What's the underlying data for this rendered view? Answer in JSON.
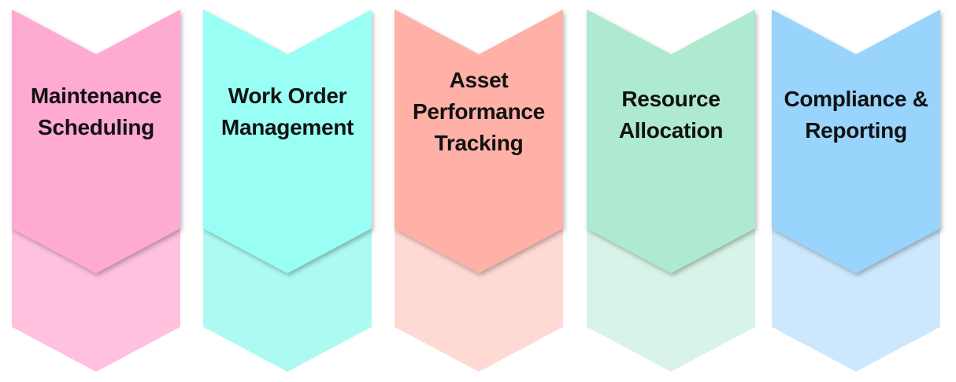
{
  "steps": [
    {
      "lines": [
        "Maintenance",
        "Scheduling"
      ],
      "color": "#ffaad1",
      "color_light": "#ffc1de"
    },
    {
      "lines": [
        "Work Order",
        "Management"
      ],
      "color": "#99fff4",
      "color_light": "#adfaf2"
    },
    {
      "lines": [
        "Asset",
        "Performance",
        "Tracking"
      ],
      "color": "#ffb1a8",
      "color_light": "#ffd9d4"
    },
    {
      "lines": [
        "Resource",
        "Allocation"
      ],
      "color": "#aeeacf",
      "color_light": "#d8f4e8"
    },
    {
      "lines": [
        "Compliance &",
        "Reporting"
      ],
      "color": "#99d4fd",
      "color_light": "#cde8fd"
    }
  ]
}
